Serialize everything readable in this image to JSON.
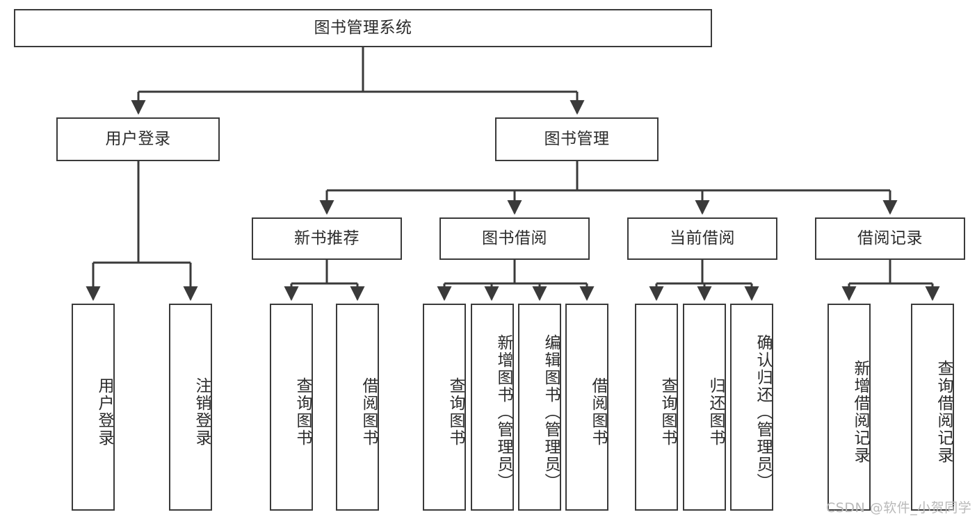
{
  "diagram": {
    "title": "图书管理系统",
    "type": "tree",
    "watermark": "CSDN @软件_小贺同学",
    "colors": {
      "box_border": "#3a3a3a",
      "box_fill": "#ffffff",
      "text": "#2b2b2b",
      "edge": "#3a3a3a",
      "watermark": "#b9b9b9"
    },
    "levels": {
      "root": "图书管理系统",
      "level2": [
        "用户登录",
        "图书管理"
      ],
      "level3": [
        "新书推荐",
        "图书借阅",
        "当前借阅",
        "借阅记录"
      ]
    },
    "nodes": {
      "root": {
        "label": "图书管理系统"
      },
      "user_login": {
        "label": "用户登录"
      },
      "book_manage": {
        "label": "图书管理"
      },
      "new_book_rec": {
        "label": "新书推荐"
      },
      "book_borrow": {
        "label": "图书借阅"
      },
      "current_borrow": {
        "label": "当前借阅"
      },
      "borrow_record": {
        "label": "借阅记录"
      },
      "leaf_user_login": {
        "label": "用户登录"
      },
      "leaf_user_logout": {
        "label": "注销登录"
      },
      "leaf_query_book_1": {
        "label": "查询图书"
      },
      "leaf_borrow_book_1": {
        "label": "借阅图书"
      },
      "leaf_query_book_2": {
        "label": "查询图书"
      },
      "leaf_add_book": {
        "label": "新增图书（管理员）"
      },
      "leaf_edit_book": {
        "label": "编辑图书（管理员）"
      },
      "leaf_borrow_book_2": {
        "label": "借阅图书"
      },
      "leaf_query_book_3": {
        "label": "查询图书"
      },
      "leaf_return_book": {
        "label": "归还图书"
      },
      "leaf_confirm_return": {
        "label": "确认归还（管理员）"
      },
      "leaf_add_record": {
        "label": "新增借阅记录"
      },
      "leaf_query_record": {
        "label": "查询借阅记录"
      }
    },
    "edges": [
      {
        "from": "root",
        "to": "user_login"
      },
      {
        "from": "root",
        "to": "book_manage"
      },
      {
        "from": "user_login",
        "to": "leaf_user_login"
      },
      {
        "from": "user_login",
        "to": "leaf_user_logout"
      },
      {
        "from": "book_manage",
        "to": "new_book_rec"
      },
      {
        "from": "book_manage",
        "to": "book_borrow"
      },
      {
        "from": "book_manage",
        "to": "current_borrow"
      },
      {
        "from": "book_manage",
        "to": "borrow_record"
      },
      {
        "from": "new_book_rec",
        "to": "leaf_query_book_1"
      },
      {
        "from": "new_book_rec",
        "to": "leaf_borrow_book_1"
      },
      {
        "from": "book_borrow",
        "to": "leaf_query_book_2"
      },
      {
        "from": "book_borrow",
        "to": "leaf_add_book"
      },
      {
        "from": "book_borrow",
        "to": "leaf_edit_book"
      },
      {
        "from": "book_borrow",
        "to": "leaf_borrow_book_2"
      },
      {
        "from": "current_borrow",
        "to": "leaf_query_book_3"
      },
      {
        "from": "current_borrow",
        "to": "leaf_return_book"
      },
      {
        "from": "current_borrow",
        "to": "leaf_confirm_return"
      },
      {
        "from": "borrow_record",
        "to": "leaf_add_record"
      },
      {
        "from": "borrow_record",
        "to": "leaf_query_record"
      }
    ]
  }
}
